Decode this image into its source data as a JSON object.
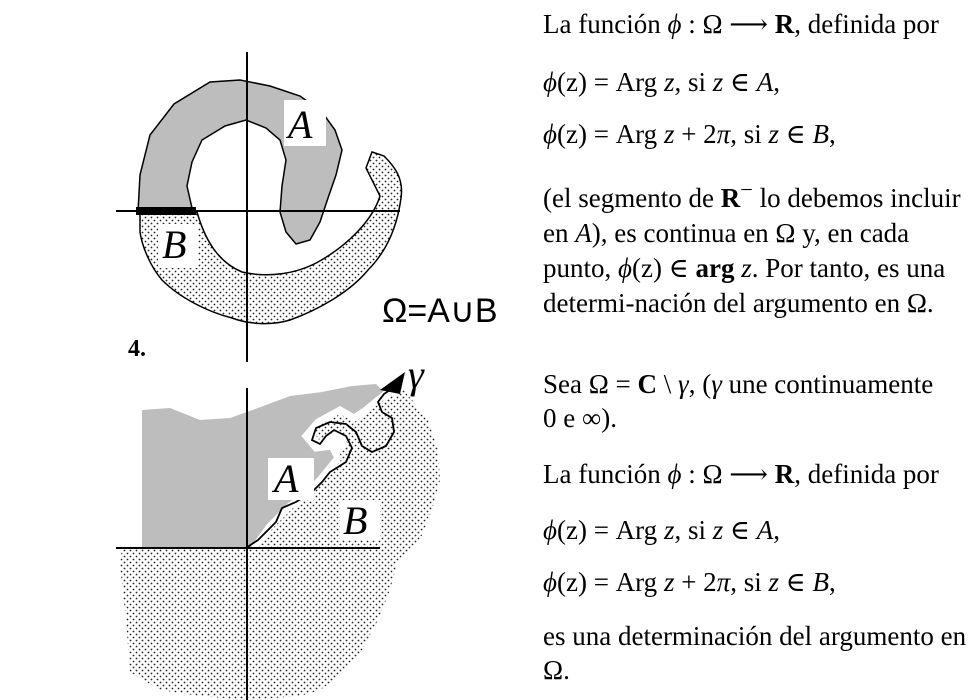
{
  "figure_top": {
    "label_a": "A",
    "label_b": "B",
    "omega": "Ω=A∪B"
  },
  "problem_number": "4.",
  "figure_bottom": {
    "label_a": "A",
    "label_b": "B",
    "gamma": "γ"
  },
  "section1": {
    "line1": {
      "pre": "La función ",
      "phi": "ϕ",
      "mid": " : Ω ⟶ ",
      "R": "R",
      "post": ", definida por"
    },
    "line2": {
      "phi": "ϕ",
      "arg": "(z)",
      "eq": " = Arg ",
      "z": "z",
      "cond": ", si ",
      "z2": "z",
      "in": " ∈ ",
      "set": "A",
      "end": ","
    },
    "line3": {
      "phi": "ϕ",
      "arg": "(z)",
      "eq": " = Arg ",
      "z": "z",
      "plus": " + 2",
      "pi": "π",
      "cond": ", si ",
      "z2": "z",
      "in": " ∈ ",
      "set": "B",
      "end": ","
    },
    "para": {
      "t1": "(el segmento de ",
      "R": "R",
      "sup": "−",
      "t2": " lo debemos incluir en ",
      "A": "A",
      "t3": "), es continua en Ω y, en cada punto, ",
      "phi": "ϕ",
      "z": "(z)",
      "t4": " ∈ ",
      "argb": "arg",
      "t5": " ",
      "z2": "z",
      "t6": ". Por tanto, es una determi-nación del argumento en Ω."
    }
  },
  "section2": {
    "line1": {
      "pre": "Sea Ω = ",
      "C": "C",
      "mid": " \\ ",
      "gamma": "γ",
      "mid2": ", (",
      "gamma2": "γ",
      "post": " une continuamente"
    },
    "line2": "0 e ∞).",
    "line3": {
      "pre": "La función ",
      "phi": "ϕ",
      "mid": " : Ω ⟶ ",
      "R": "R",
      "post": ", definida por"
    },
    "line4": {
      "phi": "ϕ",
      "arg": "(z)",
      "eq": " = Arg ",
      "z": "z",
      "cond": ", si ",
      "z2": "z",
      "in": " ∈ ",
      "set": "A",
      "end": ","
    },
    "line5": {
      "phi": "ϕ",
      "arg": "(z)",
      "eq": " = Arg ",
      "z": "z",
      "plus": " + 2",
      "pi": "π",
      "cond": ", si ",
      "z2": "z",
      "in": " ∈ ",
      "set": "B",
      "end": ","
    },
    "line6": "es una determinación del argumento en",
    "line7": "Ω."
  }
}
